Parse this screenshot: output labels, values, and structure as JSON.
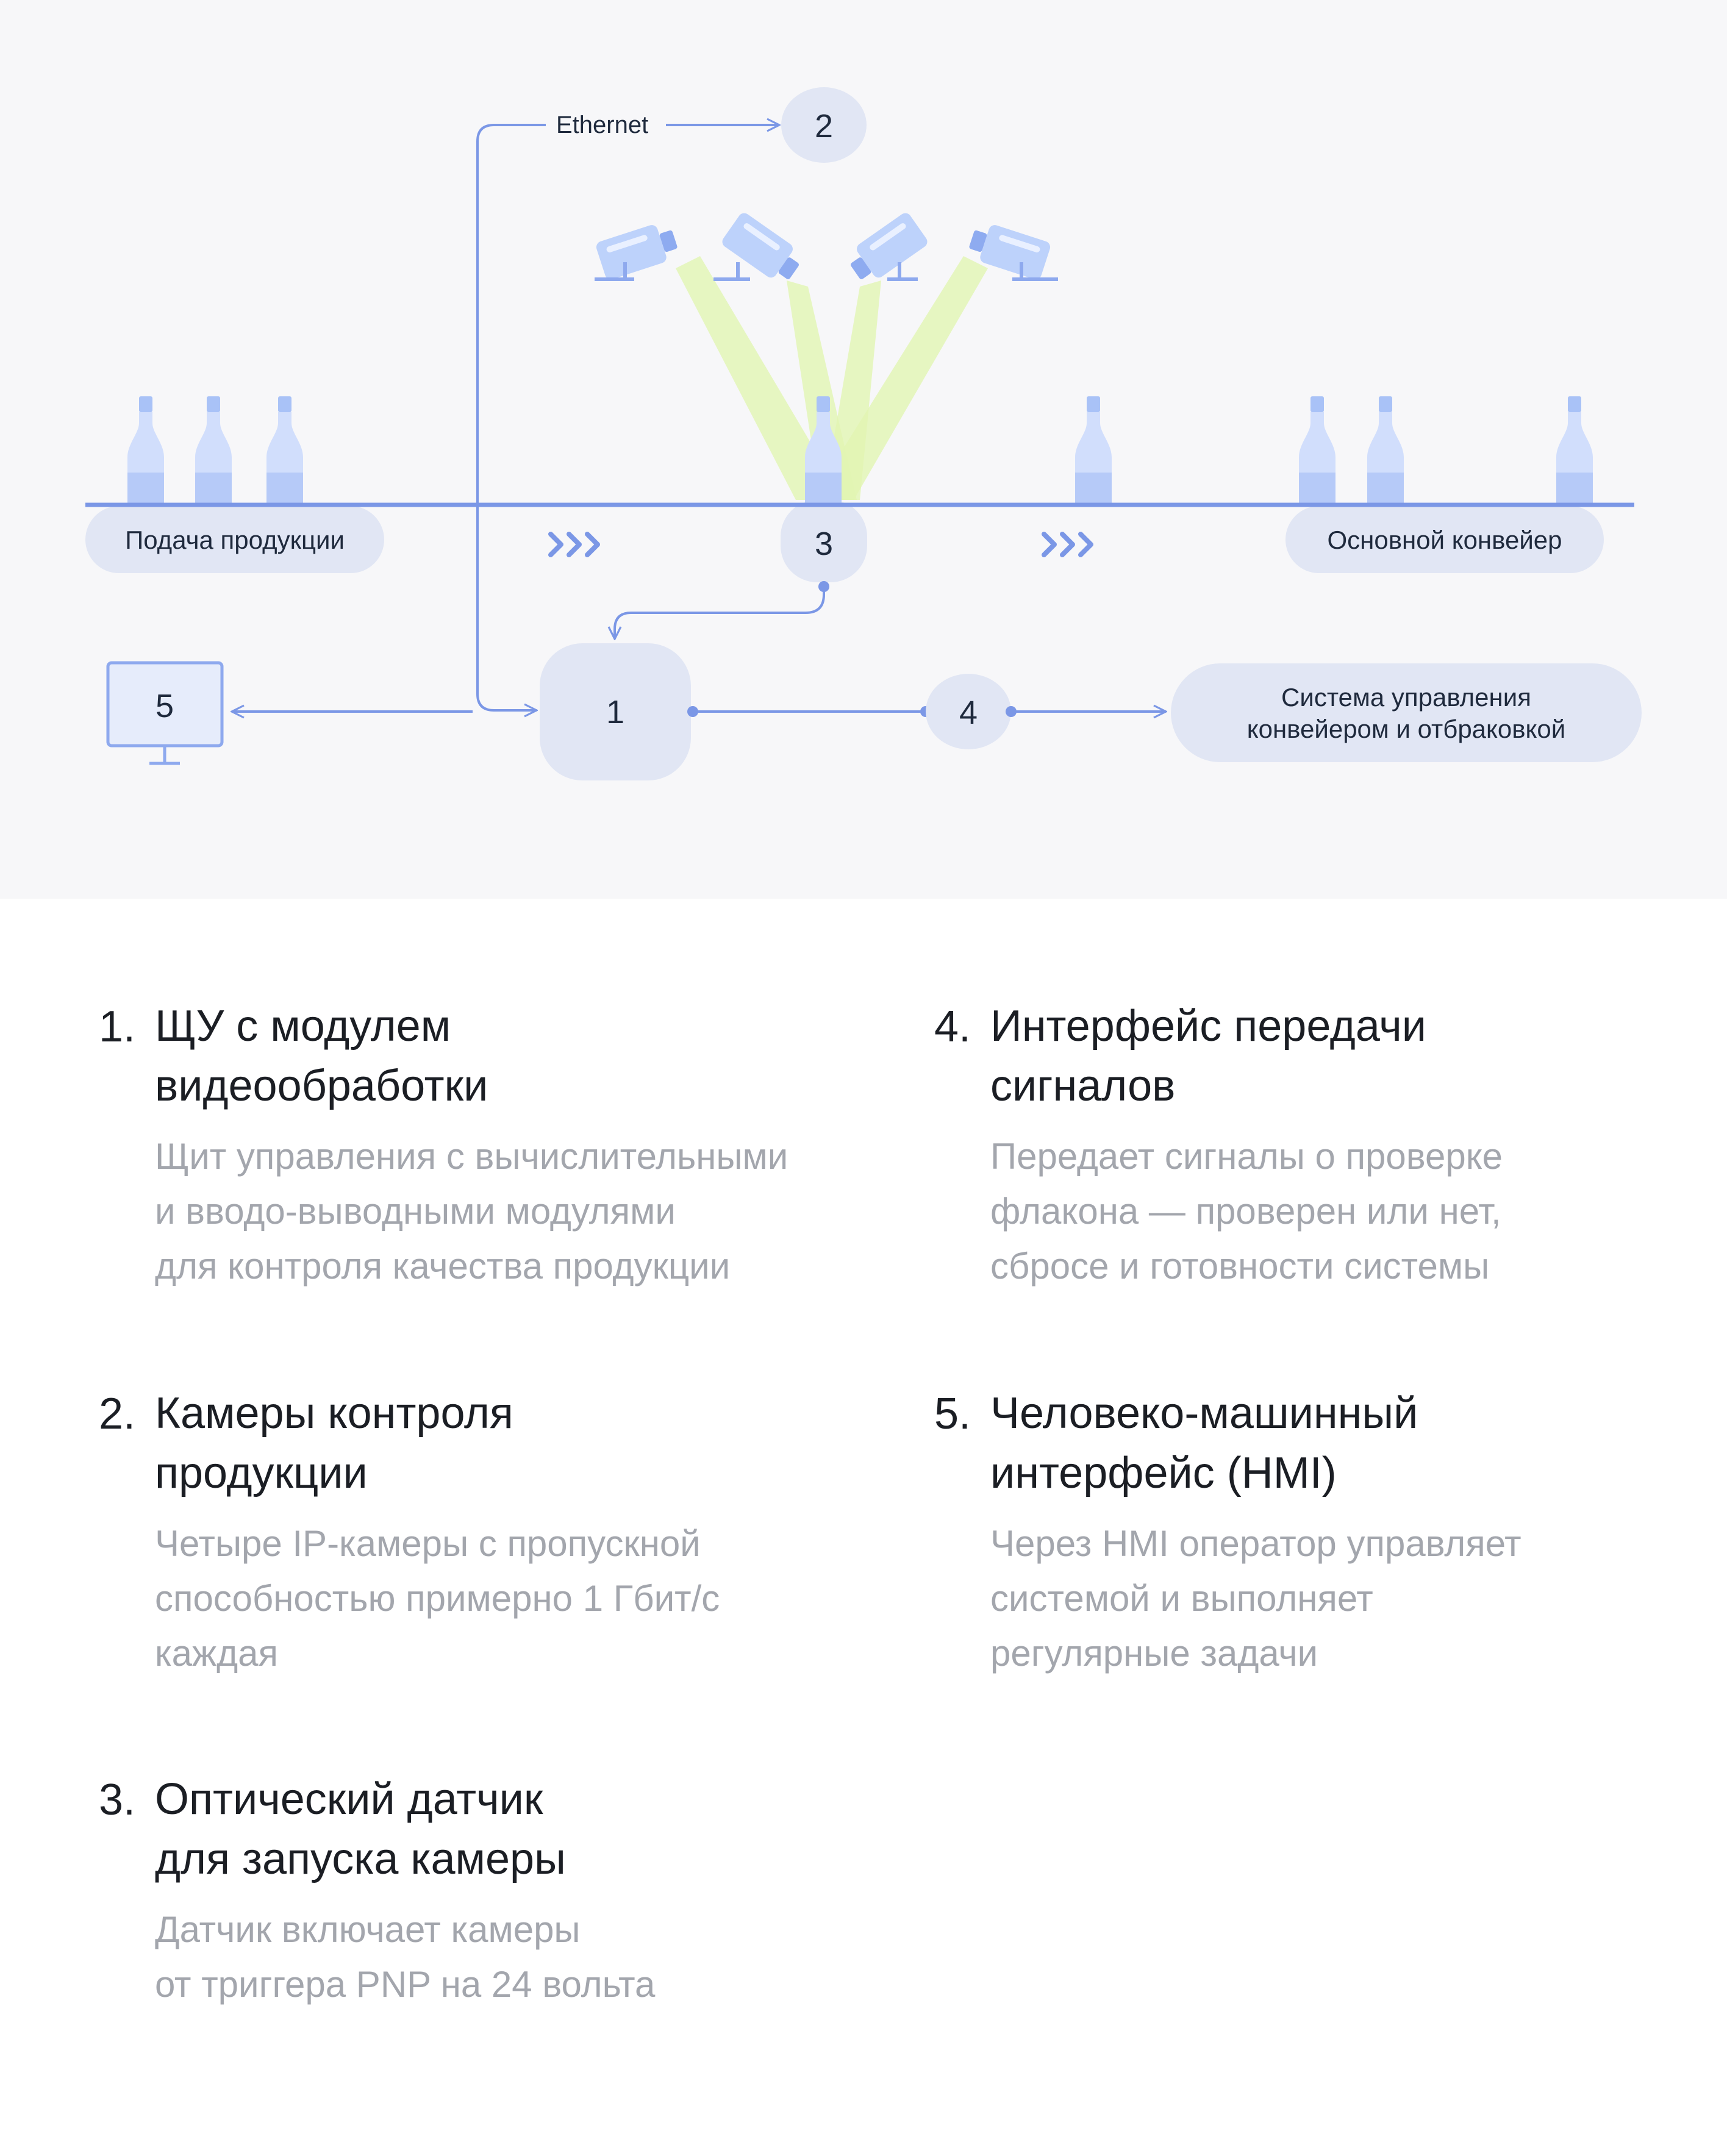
{
  "diagram": {
    "ethernet_label": "Ethernet",
    "feed_label": "Подача продукции",
    "conveyor_label": "Основной конвейер",
    "reject_system_label_line1": "Система управления",
    "reject_system_label_line2": "конвейером и отбраковкой",
    "node_labels": {
      "n1": "1",
      "n2": "2",
      "n3": "3",
      "n4": "4",
      "n5": "5"
    },
    "flow_arrows": "›››",
    "colors": {
      "background": "#f7f7f9",
      "accent_line": "#7b97e6",
      "node_fill": "#e1e6f4",
      "bottle_fill": "#c8d8fb",
      "beam_fill": "#dff5a8"
    }
  },
  "legend": {
    "items": [
      {
        "number": "1.",
        "title": "ЩУ с модулем\nвидеообработки",
        "description": "Щит управления с вычислительными\nи вводо-выводными модулями\nдля контроля качества продукции"
      },
      {
        "number": "2.",
        "title": "Камеры контроля\nпродукции",
        "description": "Четыре IP-камеры с пропускной\nспособностью примерно 1 Гбит/с\nкаждая"
      },
      {
        "number": "3.",
        "title": "Оптический датчик\nдля запуска камеры",
        "description": "Датчик включает камеры\nот триггера PNP на 24 вольта"
      },
      {
        "number": "4.",
        "title": "Интерфейс передачи\nсигналов",
        "description": "Передает сигналы о проверке\nфлакона — проверен или нет,\nсбросе и готовности системы"
      },
      {
        "number": "5.",
        "title": "Человеко-машинный\nинтерфейс (HMI)",
        "description": "Через HMI оператор управляет\nсистемой и выполняет\nрегулярные задачи"
      }
    ]
  }
}
